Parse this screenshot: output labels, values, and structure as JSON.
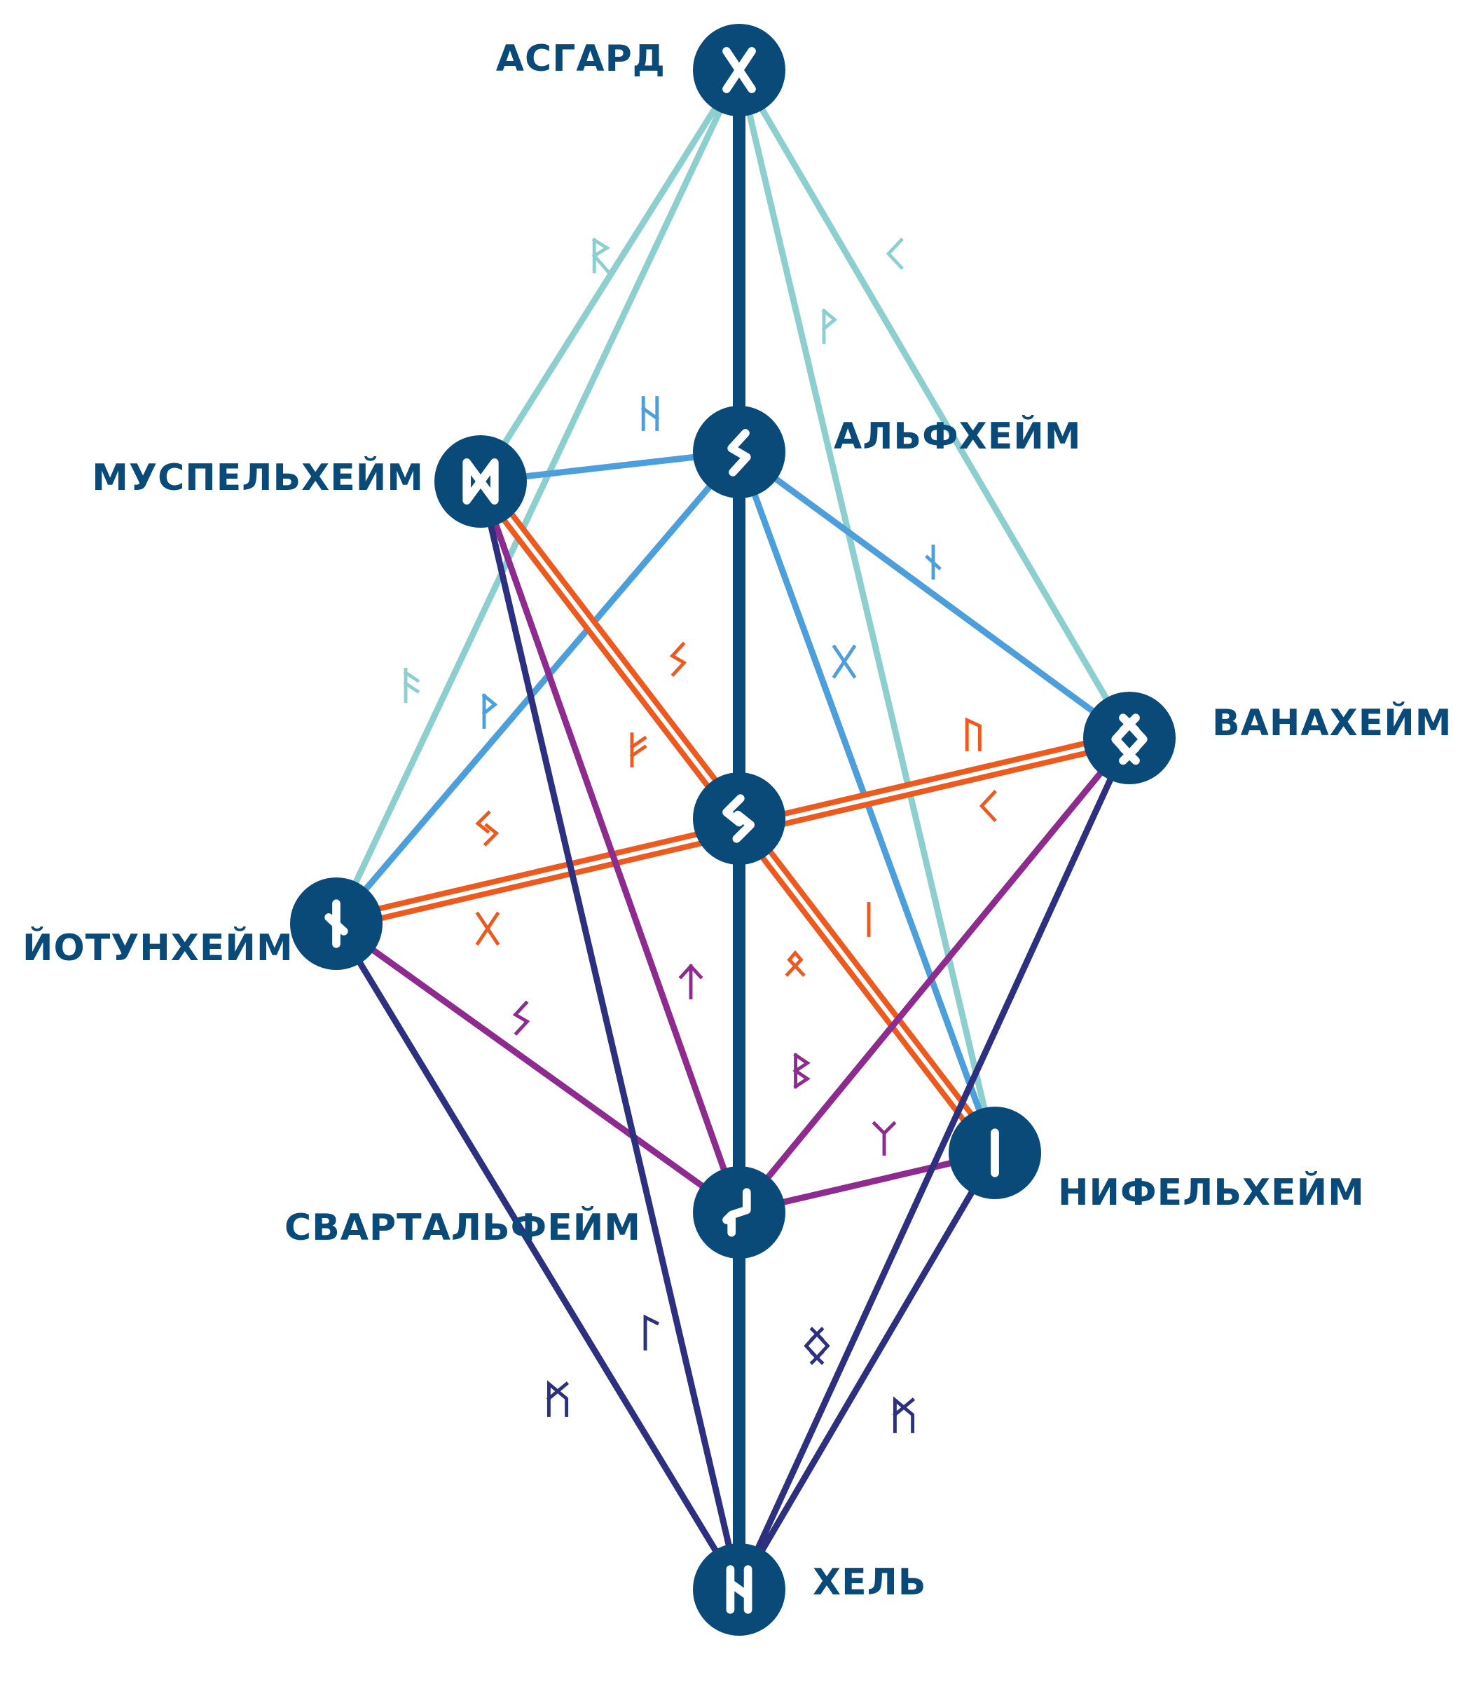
{
  "colors": {
    "node": "#0a4a78",
    "label": "#0a4a78",
    "trunk": "#0a4a78",
    "teal": "#8dcfcf",
    "sky": "#4d9fdb",
    "orange": "#ec5a1f",
    "purple": "#8d2b8f",
    "indigo": "#2d2f7f"
  },
  "nodes": [
    {
      "id": "asgard",
      "label": "АСГАРД",
      "rune_icon": "dagaz-rune-icon"
    },
    {
      "id": "alfheim",
      "label": "АЛЬФХЕЙМ",
      "rune_icon": "sowilo-rune-icon"
    },
    {
      "id": "muspelheim",
      "label": "МУСПЕЛЬХЕЙМ",
      "rune_icon": "dagaz-double-rune-icon"
    },
    {
      "id": "vanaheim",
      "label": "ВАНАХЕЙМ",
      "rune_icon": "ingwaz-rune-icon"
    },
    {
      "id": "midgard",
      "label": "",
      "rune_icon": "jera-rune-icon"
    },
    {
      "id": "jotunheim",
      "label": "ЙОТУНХЕЙМ",
      "rune_icon": "nauthiz-rune-icon"
    },
    {
      "id": "niflheim",
      "label": "НИФЕЛЬХЕЙМ",
      "rune_icon": "isa-rune-icon"
    },
    {
      "id": "svartalfheim",
      "label": "СВАРТАЛЬФЕЙМ",
      "rune_icon": "eihwaz-rune-icon"
    },
    {
      "id": "hel",
      "label": "ХЕЛЬ",
      "rune_icon": "hagalaz-rune-icon"
    }
  ],
  "edges": [
    {
      "from": "asgard",
      "to": "svartalfheim",
      "color": "trunk",
      "style": "trunk"
    },
    {
      "from": "svartalfheim",
      "to": "hel",
      "color": "trunk",
      "style": "trunk"
    },
    {
      "from": "asgard",
      "to": "muspelheim",
      "color": "teal",
      "style": "single"
    },
    {
      "from": "asgard",
      "to": "jotunheim",
      "color": "teal",
      "style": "single"
    },
    {
      "from": "asgard",
      "to": "vanaheim",
      "color": "teal",
      "style": "single"
    },
    {
      "from": "asgard",
      "to": "niflheim",
      "color": "teal",
      "style": "single"
    },
    {
      "from": "alfheim",
      "to": "muspelheim",
      "color": "sky",
      "style": "single"
    },
    {
      "from": "alfheim",
      "to": "jotunheim",
      "color": "sky",
      "style": "single"
    },
    {
      "from": "alfheim",
      "to": "vanaheim",
      "color": "sky",
      "style": "single"
    },
    {
      "from": "alfheim",
      "to": "niflheim",
      "color": "sky",
      "style": "single"
    },
    {
      "from": "muspelheim",
      "to": "niflheim",
      "color": "orange",
      "style": "double"
    },
    {
      "from": "jotunheim",
      "to": "vanaheim",
      "color": "orange",
      "style": "double"
    },
    {
      "from": "muspelheim",
      "to": "svartalfheim",
      "color": "purple",
      "style": "single"
    },
    {
      "from": "jotunheim",
      "to": "svartalfheim",
      "color": "purple",
      "style": "single"
    },
    {
      "from": "vanaheim",
      "to": "svartalfheim",
      "color": "purple",
      "style": "single"
    },
    {
      "from": "niflheim",
      "to": "svartalfheim",
      "color": "purple",
      "style": "single"
    },
    {
      "from": "muspelheim",
      "to": "hel",
      "color": "indigo",
      "style": "single"
    },
    {
      "from": "jotunheim",
      "to": "hel",
      "color": "indigo",
      "style": "single"
    },
    {
      "from": "vanaheim",
      "to": "hel",
      "color": "indigo",
      "style": "single"
    },
    {
      "from": "niflheim",
      "to": "hel",
      "color": "indigo",
      "style": "single"
    }
  ],
  "edge_runes": [
    {
      "icon": "raidho-rune-icon",
      "color": "teal"
    },
    {
      "icon": "kenaz-rune-icon",
      "color": "teal"
    },
    {
      "icon": "wunjo-rune-icon",
      "color": "teal"
    },
    {
      "icon": "ansuz-rune-icon",
      "color": "teal"
    },
    {
      "icon": "hagalaz-rune-icon",
      "color": "sky"
    },
    {
      "icon": "nauthiz-rune-icon",
      "color": "sky"
    },
    {
      "icon": "wunjo-rune-icon",
      "color": "sky"
    },
    {
      "icon": "gebo-rune-icon",
      "color": "sky"
    },
    {
      "icon": "sowilo-rune-icon",
      "color": "orange"
    },
    {
      "icon": "fehu-rune-icon",
      "color": "orange"
    },
    {
      "icon": "jera-rune-icon",
      "color": "orange"
    },
    {
      "icon": "dagaz-rune-icon",
      "color": "orange"
    },
    {
      "icon": "uruz-rune-icon",
      "color": "orange"
    },
    {
      "icon": "kenaz-rune-icon",
      "color": "orange"
    },
    {
      "icon": "isa-rune-icon",
      "color": "orange"
    },
    {
      "icon": "othala-rune-icon",
      "color": "orange"
    },
    {
      "icon": "tiwaz-rune-icon",
      "color": "purple"
    },
    {
      "icon": "sowilo-rune-icon",
      "color": "purple"
    },
    {
      "icon": "berkano-rune-icon",
      "color": "purple"
    },
    {
      "icon": "algiz-rune-icon",
      "color": "purple"
    },
    {
      "icon": "mannaz-rune-icon",
      "color": "indigo"
    },
    {
      "icon": "laguz-rune-icon",
      "color": "indigo"
    },
    {
      "icon": "ingwaz-rune-icon",
      "color": "indigo"
    },
    {
      "icon": "mannaz-rune-icon",
      "color": "indigo"
    }
  ]
}
